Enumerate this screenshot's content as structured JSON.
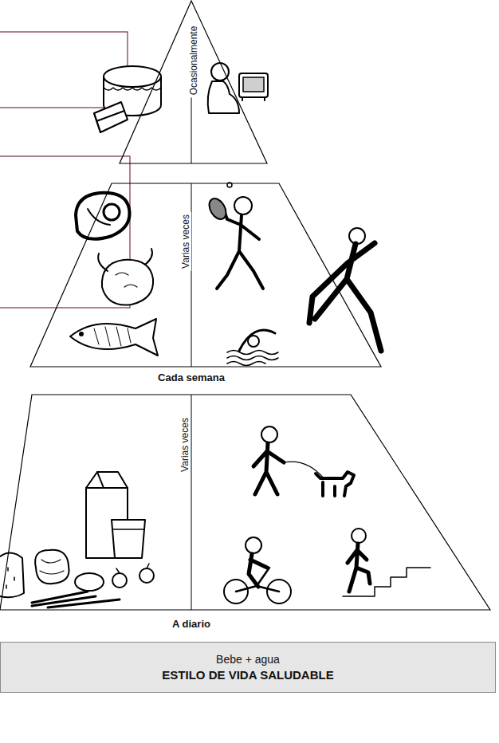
{
  "diagram": {
    "nodes": [
      {
        "text": [
          "Ocasionalmente"
        ]
      },
      {
        "text": [
          "Varias veces",
          "Cada semana"
        ]
      },
      {
        "text": [
          "Varias veces",
          "A diario"
        ]
      },
      {
        "text": [
          "Bebe + agua",
          "ESTILO DE VIDA SALUDABLE"
        ]
      }
    ]
  }
}
